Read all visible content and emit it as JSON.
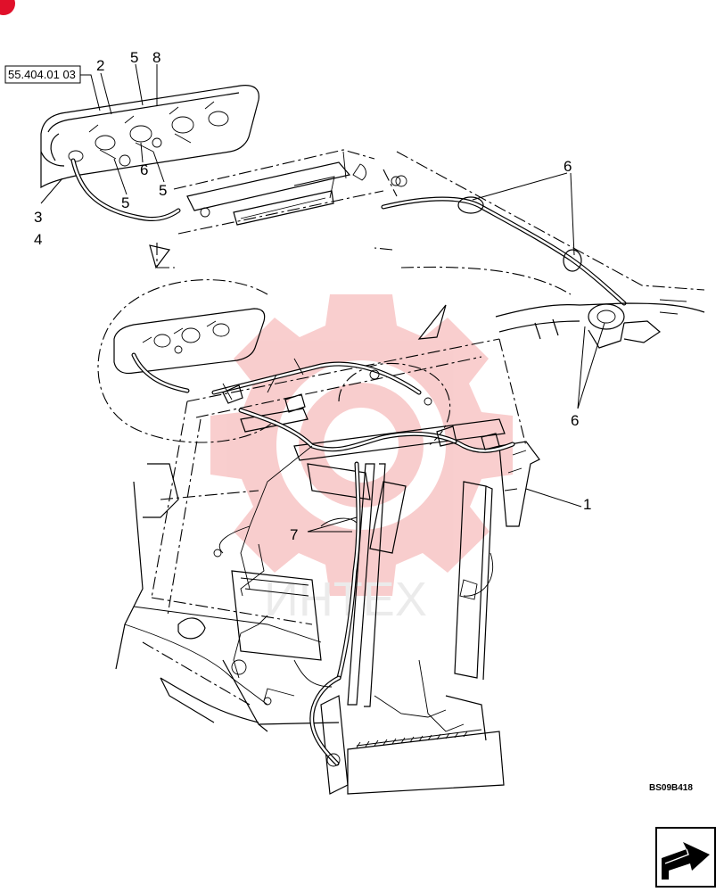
{
  "reference_box": {
    "text": "55.404.01 03"
  },
  "callouts": [
    {
      "id": "c2",
      "text": "2"
    },
    {
      "id": "c5a",
      "text": "5"
    },
    {
      "id": "c8",
      "text": "8"
    },
    {
      "id": "c5b",
      "text": "5"
    },
    {
      "id": "c6a",
      "text": "6"
    },
    {
      "id": "c5c",
      "text": "5"
    },
    {
      "id": "c3",
      "text": "3"
    },
    {
      "id": "c4",
      "text": "4"
    },
    {
      "id": "c6b",
      "text": "6"
    },
    {
      "id": "c6c",
      "text": "6"
    },
    {
      "id": "c1",
      "text": "1"
    },
    {
      "id": "c7",
      "text": "7"
    }
  ],
  "figure_code": "BS09B418",
  "watermark": {
    "text": "ИНТЕХ",
    "color": "#f08a8a"
  },
  "colors": {
    "corner_marker": "#e0102a",
    "line": "#000000",
    "watermark_gear": "#f4a6a6"
  },
  "nav": {
    "icon": "next-page-arrow-icon"
  }
}
